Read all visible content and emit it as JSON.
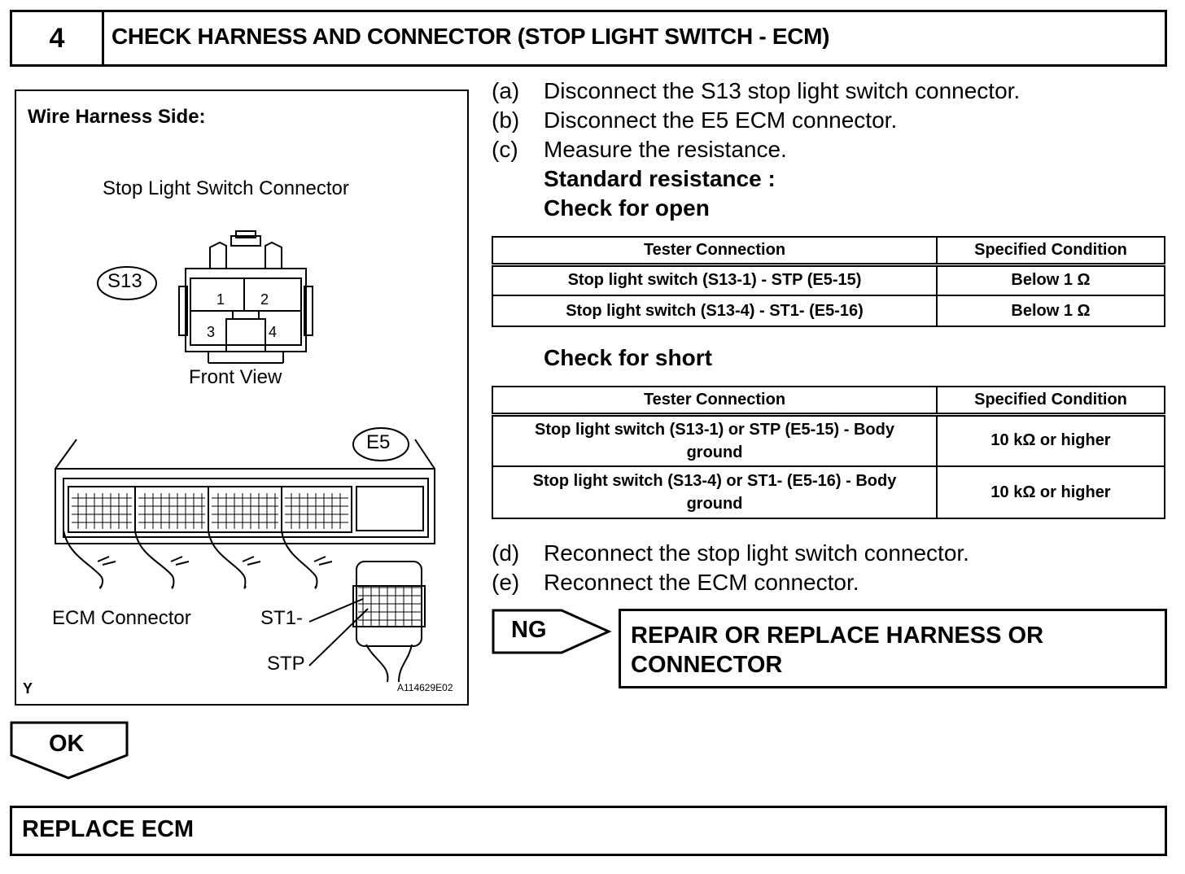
{
  "header": {
    "step_number": "4",
    "title": "CHECK HARNESS AND CONNECTOR (STOP LIGHT SWITCH - ECM)"
  },
  "figure": {
    "side_label": "Wire Harness Side:",
    "switch_connector_title": "Stop Light Switch Connector",
    "switch_connector_code": "S13",
    "pins": [
      "1",
      "2",
      "3",
      "4"
    ],
    "front_view_label": "Front View",
    "ecm_connector_code": "E5",
    "ecm_connector_label": "ECM Connector",
    "terminal_st1": "ST1-",
    "terminal_stp": "STP",
    "corner_letter": "Y",
    "figure_id": "A114629E02"
  },
  "steps": [
    {
      "label": "(a)",
      "text": "Disconnect the S13 stop light switch connector."
    },
    {
      "label": "(b)",
      "text": "Disconnect the E5 ECM connector."
    },
    {
      "label": "(c)",
      "text": "Measure the resistance."
    }
  ],
  "standard_resistance": "Standard resistance :",
  "check_open": {
    "title": "Check for open",
    "headers": [
      "Tester Connection",
      "Specified Condition"
    ],
    "rows": [
      [
        "Stop light switch (S13-1) - STP (E5-15)",
        "Below 1 Ω"
      ],
      [
        "Stop light switch (S13-4) - ST1- (E5-16)",
        "Below 1 Ω"
      ]
    ]
  },
  "check_short": {
    "title": "Check for short",
    "headers": [
      "Tester Connection",
      "Specified Condition"
    ],
    "rows": [
      [
        "Stop light switch (S13-1) or STP (E5-15) - Body ground",
        "10 kΩ or higher"
      ],
      [
        "Stop light switch (S13-4) or ST1- (E5-16) - Body ground",
        "10 kΩ or higher"
      ]
    ]
  },
  "steps_after": [
    {
      "label": "(d)",
      "text": "Reconnect the stop light switch connector."
    },
    {
      "label": "(e)",
      "text": "Reconnect the ECM connector."
    }
  ],
  "ng": {
    "label": "NG",
    "result": "REPAIR OR REPLACE HARNESS OR CONNECTOR"
  },
  "ok": {
    "label": "OK",
    "result": "REPLACE ECM"
  }
}
